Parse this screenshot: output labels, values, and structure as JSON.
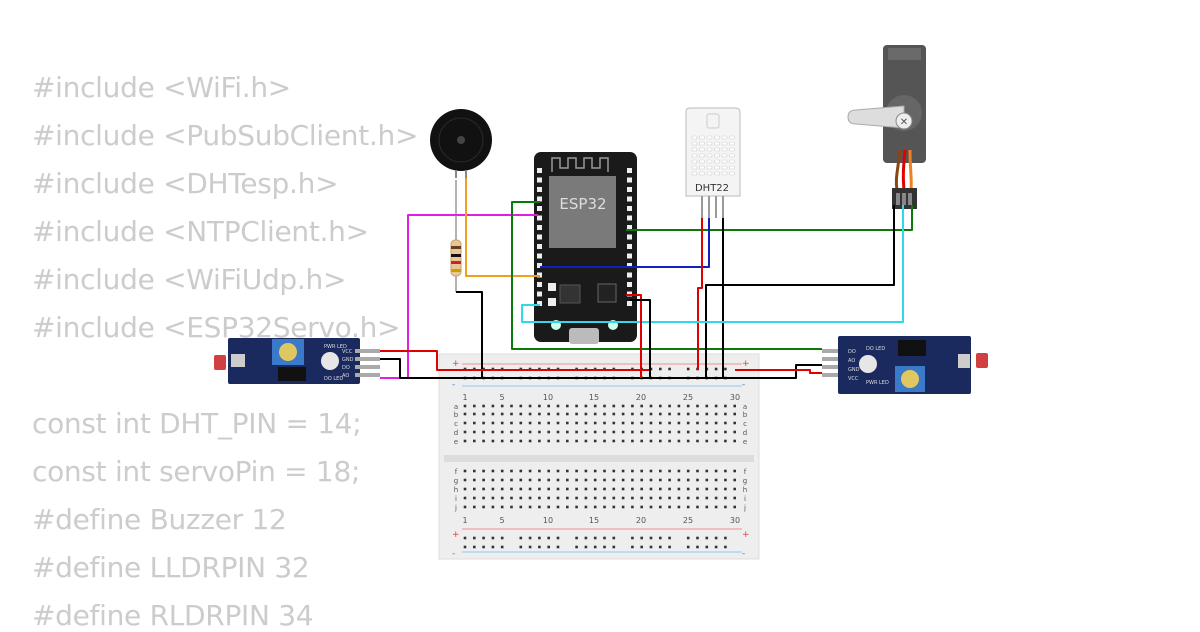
{
  "code_lines": [
    "#include <WiFi.h>",
    "#include <PubSubClient.h>",
    "#include <DHTesp.h>",
    "#include <NTPClient.h>",
    "#include <WiFiUdp.h>",
    "#include <ESP32Servo.h>",
    "",
    "const int DHT_PIN = 14;",
    "const int servoPin = 18;",
    "#define Buzzer 12",
    "#define LLDRPIN 32",
    "#define RLDRPIN 34"
  ],
  "components": {
    "esp32_label": "ESP32",
    "dht_label": "DHT22",
    "ldr_left_pins": [
      "VCC",
      "GND",
      "DO",
      "AO"
    ],
    "ldr_left_leds": [
      "PWR LED",
      "DO LED"
    ],
    "ldr_right_pins": [
      "DO",
      "AO",
      "GND",
      "VCC"
    ],
    "ldr_right_leds": [
      "DO LED",
      "PWR LED"
    ]
  },
  "breadboard": {
    "column_numbers": [
      "1",
      "5",
      "10",
      "15",
      "20",
      "25",
      "30"
    ],
    "rows_top": [
      "a",
      "b",
      "c",
      "d",
      "e"
    ],
    "rows_bottom": [
      "f",
      "g",
      "h",
      "i",
      "j"
    ],
    "rail_plus": "+",
    "rail_minus": "-"
  },
  "colors": {
    "code_text": "#cccccc",
    "wire_red": "#e00000",
    "wire_black": "#000000",
    "wire_green": "#0a7a0a",
    "wire_blue": "#1020c0",
    "wire_magenta": "#e020e0",
    "wire_orange": "#f0a020",
    "wire_cyan": "#30d8e8",
    "module_blue": "#1a2a5e",
    "esp32_board": "#1a1a1a"
  }
}
